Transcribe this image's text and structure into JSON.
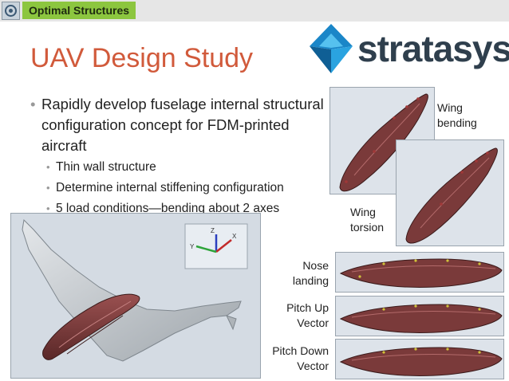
{
  "header": {
    "company": "Optimal Structures"
  },
  "slide": {
    "title": "UAV Design Study"
  },
  "brand": {
    "name": "stratasys",
    "colors": {
      "blue": "#1a86c8",
      "dark": "#2f3f4d"
    }
  },
  "content": {
    "bullet_main": "Rapidly develop fuselage internal structural configuration concept for FDM-printed aircraft",
    "sub_bullets": [
      "Thin wall structure",
      "Determine internal stiffening configuration",
      "5 load conditions—bending about 2 axes"
    ]
  },
  "views": {
    "wing_bending": {
      "line1": "Wing",
      "line2": "bending"
    },
    "wing_torsion": {
      "line1": "Wing",
      "line2": "torsion"
    },
    "nose_landing": {
      "line1": "Nose",
      "line2": "landing"
    },
    "pitch_up": {
      "line1": "Pitch Up",
      "line2": "Vector"
    },
    "pitch_down": {
      "line1": "Pitch Down",
      "line2": "Vector"
    }
  },
  "axes": {
    "x": "X",
    "y": "Y",
    "z": "Z"
  },
  "colors": {
    "accent_green": "#8cc63f",
    "title_orange": "#d15a3b",
    "fuselage": "#7a3a3a",
    "wing_gray": "#b9bfc4"
  }
}
